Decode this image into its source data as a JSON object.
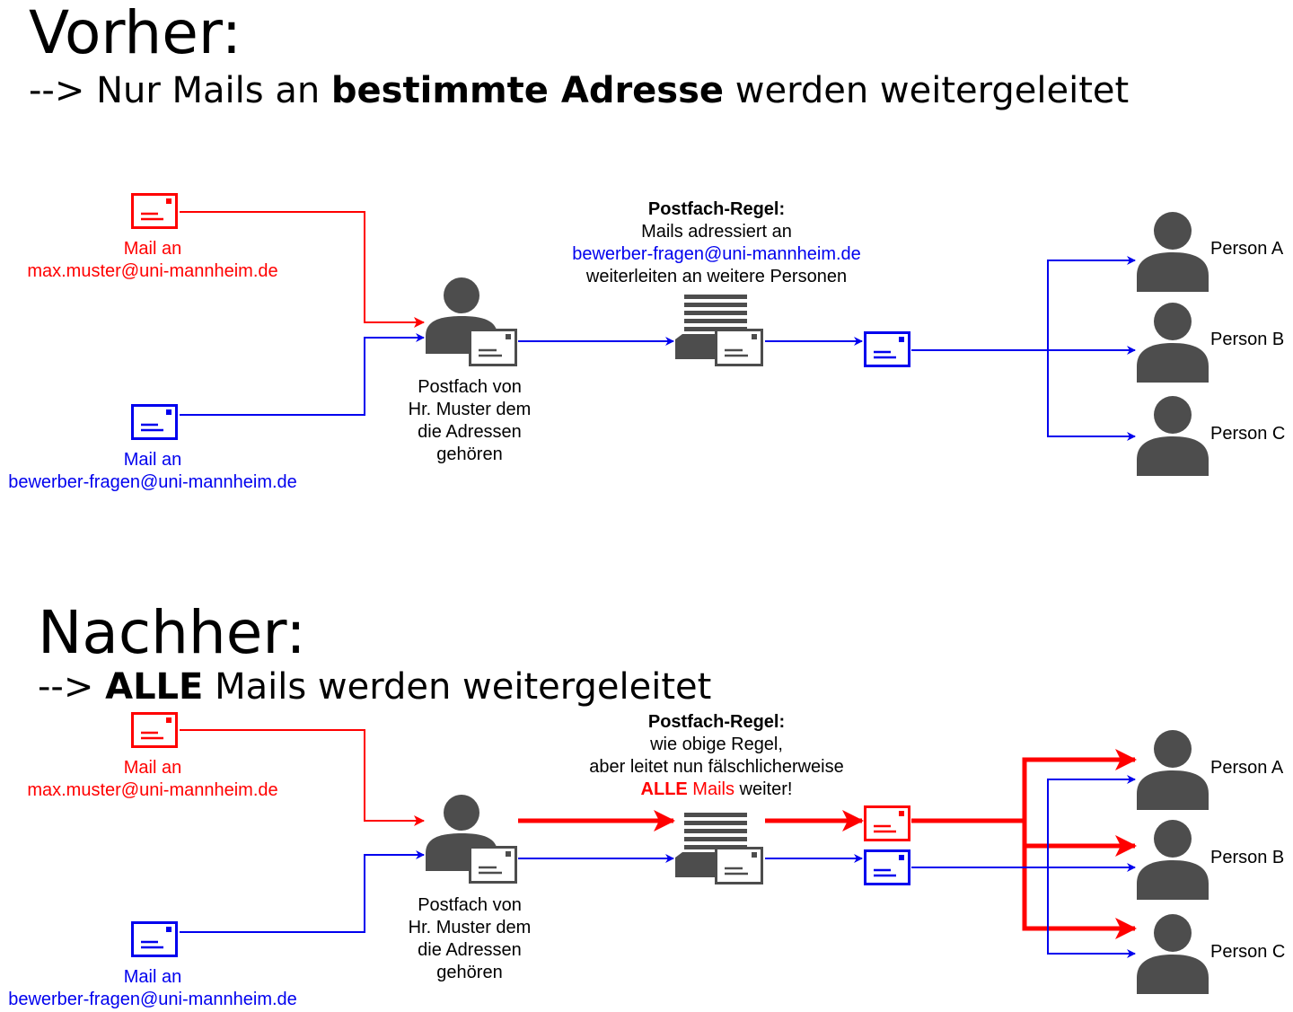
{
  "vorher": {
    "title": "Vorher:",
    "subtitle_prefix": "--> Nur Mails an ",
    "subtitle_bold": "bestimmte Adresse",
    "subtitle_suffix": " werden weitergeleitet",
    "mail_red_line1": "Mail an",
    "mail_red_line2": "max.muster@uni-mannheim.de",
    "mail_blue_line1": "Mail an",
    "mail_blue_line2": "bewerber-fragen@uni-mannheim.de",
    "mailbox_lines": [
      "Postfach von",
      "Hr. Muster dem",
      "die Adressen",
      "gehören"
    ],
    "rule_title": "Postfach-Regel:",
    "rule_line1": "Mails adressiert an",
    "rule_line2": "bewerber-fragen@uni-mannheim.de",
    "rule_line3": "weiterleiten an weitere Personen",
    "persons": [
      "Person A",
      "Person B",
      "Person C"
    ]
  },
  "nachher": {
    "title": "Nachher:",
    "subtitle_prefix": "--> ",
    "subtitle_bold": "ALLE",
    "subtitle_suffix": " Mails werden weitergeleitet",
    "mail_red_line1": "Mail an",
    "mail_red_line2": "max.muster@uni-mannheim.de",
    "mail_blue_line1": "Mail an",
    "mail_blue_line2": "bewerber-fragen@uni-mannheim.de",
    "mailbox_lines": [
      "Postfach von",
      "Hr. Muster dem",
      "die Adressen",
      "gehören"
    ],
    "rule_title": "Postfach-Regel:",
    "rule_line1": "wie obige Regel,",
    "rule_line2": "aber leitet nun fälschlicherweise",
    "rule_line3_red": "ALLE",
    "rule_line3_red_mid": " Mails",
    "rule_line3_end": " weiter!",
    "persons": [
      "Person A",
      "Person B",
      "Person C"
    ]
  },
  "colors": {
    "red": "#ff0000",
    "blue": "#0000ee",
    "gray": "#4d4d4d",
    "black": "#000000"
  },
  "icons": [
    "envelope-icon",
    "person-icon",
    "mailbox-icon",
    "forward-rule-icon"
  ]
}
